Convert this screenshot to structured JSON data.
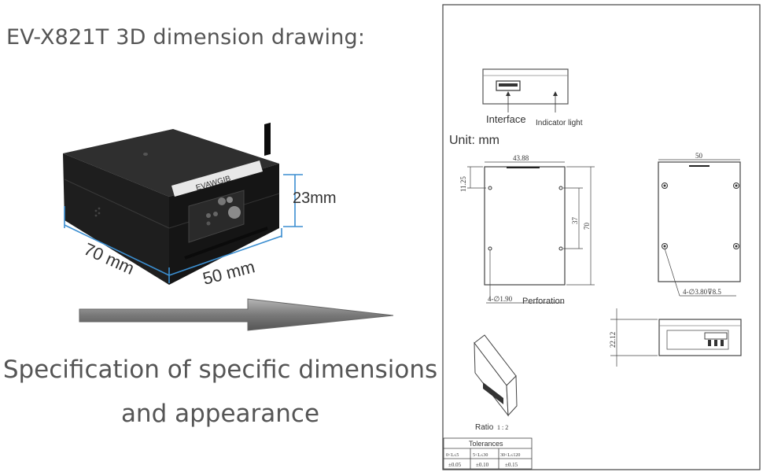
{
  "header": {
    "title": "EV-X821T 3D dimension drawing:"
  },
  "product": {
    "brand_label": "EVAWGIB",
    "height_label": "23mm",
    "length_label": "70 mm",
    "width_label": "50 mm"
  },
  "caption": {
    "line1": "Specification of specific dimensions",
    "line2": "and appearance"
  },
  "drawing": {
    "interface_label": "Interface",
    "indicator_label": "Indicator light",
    "unit_label": "Unit: mm",
    "dim_top_width": "43.88",
    "dim_left_offset": "11.25",
    "dim_hole_spacing": "37",
    "dim_height": "70",
    "dim_perforation": "4-∅1.90",
    "perforation_label": "Perforation",
    "dim_right_width": "50",
    "dim_mount_holes": "4-∅3.80⊽8.5",
    "dim_thickness": "22.12",
    "ratio_label": "Ratio",
    "ratio_value": "1 : 2",
    "tolerances": {
      "title": "Tolerances",
      "ranges": [
        "0<L≤5",
        "5<L≤30",
        "30<L≤120"
      ],
      "values": [
        "±0.05",
        "±0.10",
        "±0.15"
      ]
    }
  }
}
